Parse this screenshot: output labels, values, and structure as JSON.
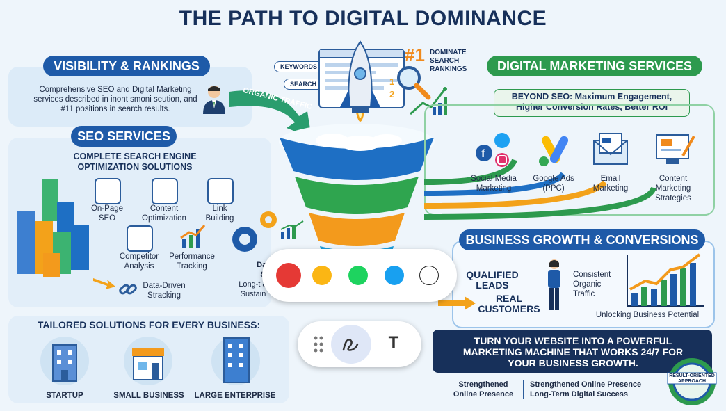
{
  "title": "THE PATH TO DIGITAL DOMINANCE",
  "visibility": {
    "heading": "VISIBILITY & RANKINGS",
    "description": "Comprehensive SEO and Digital Marketing services described in inont smoni seution, and #11 positions in search results.",
    "chips": [
      "KEYWORDS",
      "SEARCH"
    ],
    "organic_label": "ORGANIC TRAFFIC"
  },
  "rank": {
    "number": "#1",
    "text": "DOMINATE SEARCH RANKINGS",
    "list_nums": [
      "1",
      "2"
    ]
  },
  "seo": {
    "heading": "SEO SERVICES",
    "subheading": "COMPLETE SEARCH ENGINE OPTIMIZATION SOLUTIONS",
    "items": [
      "On-Page SEO",
      "Content Optimization",
      "Link Building",
      "Competitor Analysis",
      "Performance Tracking",
      "Data-Driven Stracking"
    ],
    "partial_labels": [
      "Dat S",
      "Long-t & Sustain"
    ]
  },
  "dms": {
    "heading": "DIGITAL MARKETING SERVICES",
    "subheading": "BEYOND SEO: Maximum Engagement, Higher Conversion Rates, Better ROI",
    "items": [
      "Social Media Marketing",
      "Google Ads (PPC)",
      "Email Marketing",
      "Content Marketing Strategies"
    ]
  },
  "growth": {
    "heading": "BUSINESS GROWTH & CONVERSIONS",
    "leads": "QUALIFIED LEADS",
    "customers": "REAL CUSTOMERS",
    "organic": "Consistent Organic Traffic",
    "potential": "Unlocking Business Potential"
  },
  "tailored": {
    "heading": "TAILORED SOLUTIONS FOR EVERY BUSINESS:",
    "items": [
      "STARTUP",
      "SMALL BUSINESS",
      "LARGE ENTERPRISE"
    ]
  },
  "machine": {
    "text": "TURN YOUR WEBSITE INTO A POWERFUL MARKETING MACHINE THAT WORKS 24/7 FOR YOUR BUSINESS GROWTH."
  },
  "footer": {
    "left": "Strengthened Online Presence",
    "right1": "Strengthened Online Presence",
    "right2": "Long-Term Digital Success",
    "badge": "RESULT-ORIENTED APPROACH"
  },
  "toolbar": {
    "colors": [
      "#e53935",
      "#fbb614",
      "#1ed35f",
      "#18a0f0",
      "#ffffff"
    ],
    "text_tool_label": "T"
  }
}
